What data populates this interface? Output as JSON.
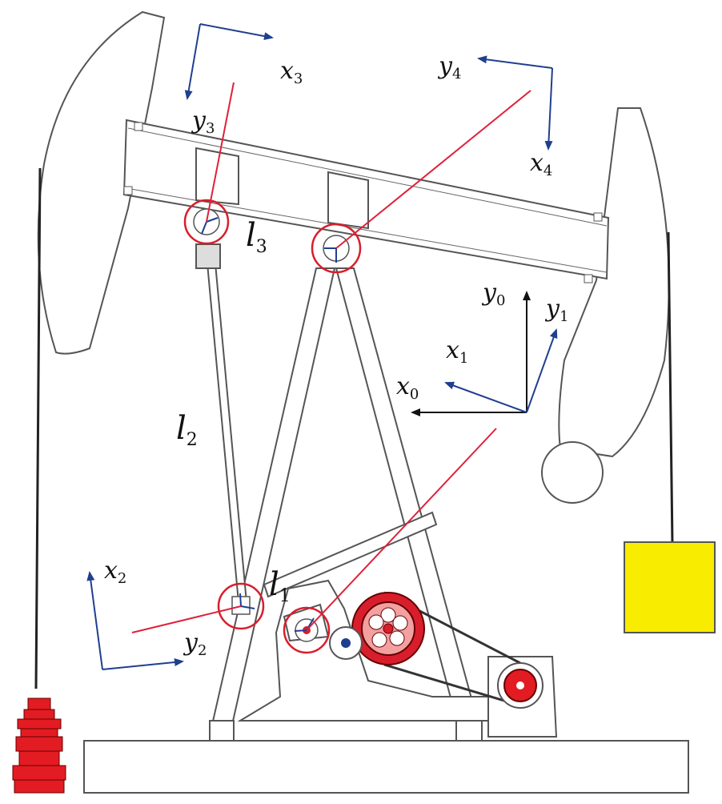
{
  "colors": {
    "outline": "#555555",
    "frame_line": "#6a6a6a",
    "accent_red": "#e0203a",
    "joint_red": "#d81e2c",
    "blue_axis": "#1f3f8f",
    "black_axis": "#111111",
    "yellow_block": "#f8ec00",
    "counterweight_red": "#e21c22"
  },
  "frames": [
    {
      "id": "frame-0",
      "x": {
        "symbol": "x",
        "sub": "0"
      },
      "y": {
        "symbol": "y",
        "sub": "0"
      },
      "color_key": "black_axis"
    },
    {
      "id": "frame-1",
      "x": {
        "symbol": "x",
        "sub": "1"
      },
      "y": {
        "symbol": "y",
        "sub": "1"
      },
      "color_key": "blue_axis"
    },
    {
      "id": "frame-2",
      "x": {
        "symbol": "x",
        "sub": "2"
      },
      "y": {
        "symbol": "y",
        "sub": "2"
      },
      "color_key": "blue_axis"
    },
    {
      "id": "frame-3",
      "x": {
        "symbol": "x",
        "sub": "3"
      },
      "y": {
        "symbol": "y",
        "sub": "3"
      },
      "color_key": "blue_axis"
    },
    {
      "id": "frame-4",
      "x": {
        "symbol": "x",
        "sub": "4"
      },
      "y": {
        "symbol": "y",
        "sub": "4"
      },
      "color_key": "blue_axis"
    }
  ],
  "links": [
    {
      "id": "l1",
      "symbol": "l",
      "sub": "1"
    },
    {
      "id": "l2",
      "symbol": "l",
      "sub": "2"
    },
    {
      "id": "l3",
      "symbol": "l",
      "sub": "3"
    }
  ]
}
